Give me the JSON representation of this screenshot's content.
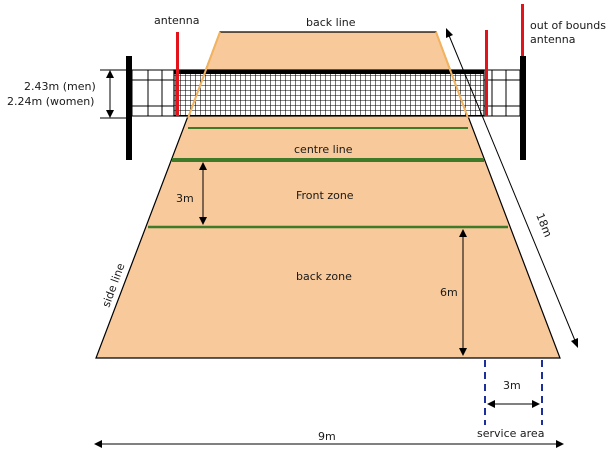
{
  "colors": {
    "court": "#f7c99b",
    "court_outline": "#000000",
    "line_green": "#3f7a2a",
    "antenna_red": "#e3121b",
    "post_black": "#000000",
    "net_band": "#ffffff",
    "service_dash": "#1c2f9a",
    "arrow": "#000000"
  },
  "labels": {
    "antenna": "antenna",
    "back_line": "back line",
    "out_of_bounds_line1": "out of bounds",
    "out_of_bounds_line2": "antenna",
    "net_height_men": "2.43m (men)",
    "net_height_women": "2.24m (women)",
    "centre_line": "centre line",
    "front_zone": "Front zone",
    "back_zone": "back zone",
    "side_line": "side line",
    "front_zone_depth": "3m",
    "back_zone_depth": "6m",
    "court_length": "18m",
    "court_width": "9m",
    "service_width": "3m",
    "service_area": "service area"
  }
}
